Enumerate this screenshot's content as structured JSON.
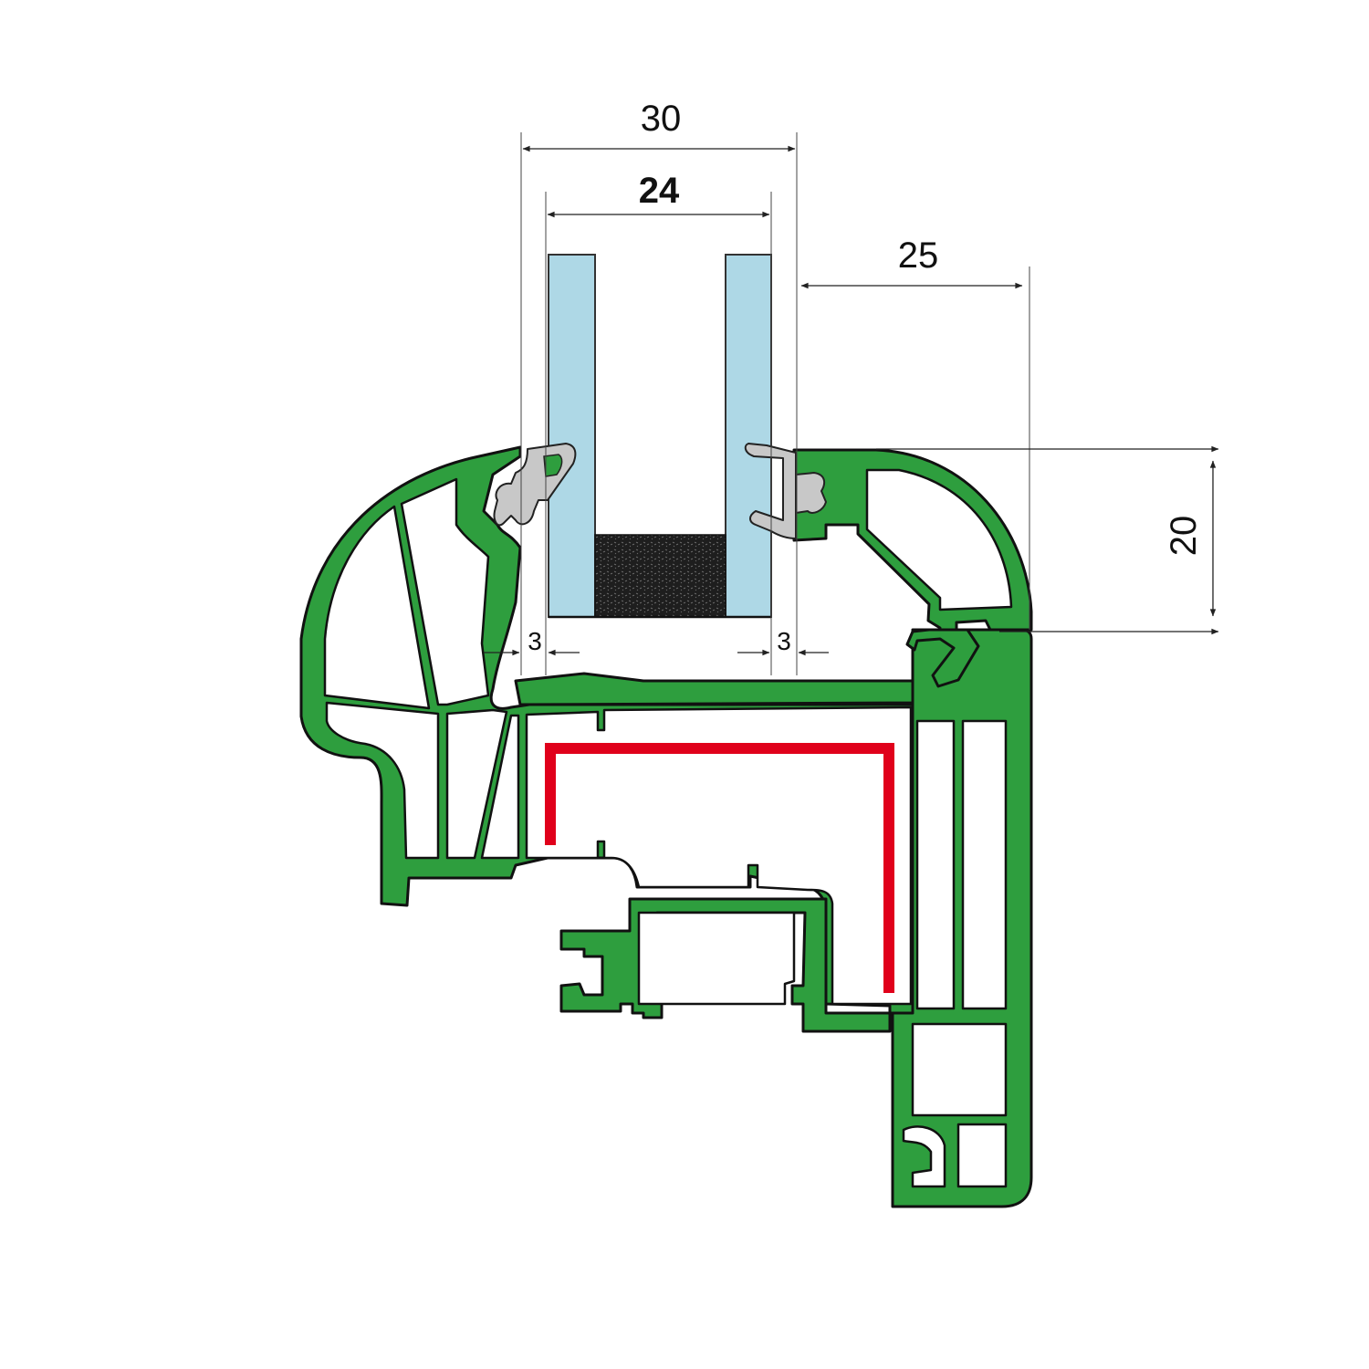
{
  "dimensions": {
    "total_width": "30",
    "glass_width": "24",
    "bead_width": "25",
    "rebate_height": "20",
    "gap_left": "3",
    "gap_right": "3"
  },
  "colors": {
    "profile_fill": "#2e9e3e",
    "profile_outline": "#111111",
    "glass_fill": "#aed8e6",
    "spacer_fill": "#1e1e1e",
    "reinforcement": "#e0001b",
    "seal_fill": "#c8c8c8"
  }
}
